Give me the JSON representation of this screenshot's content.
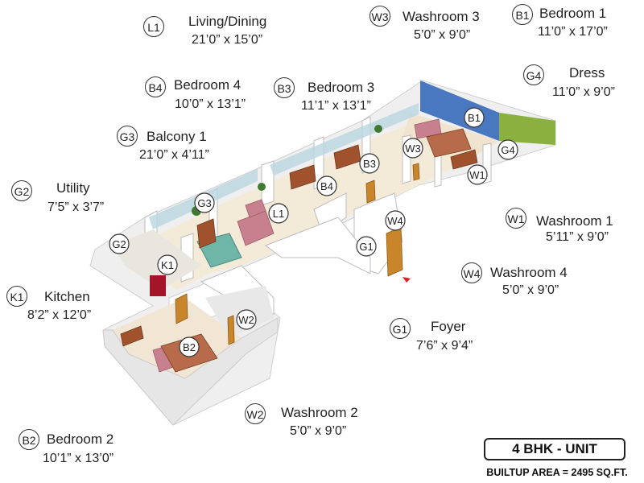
{
  "rooms": {
    "L1": {
      "code": "L1",
      "name": "Living/Dining",
      "dims": "21’0” x 15’0”"
    },
    "W3": {
      "code": "W3",
      "name": "Washroom 3",
      "dims": "5’0” x 9’0”"
    },
    "B1": {
      "code": "B1",
      "name": "Bedroom 1",
      "dims": "11’0” x 17’0”"
    },
    "G4": {
      "code": "G4",
      "name": "Dress",
      "dims": "11’0” x 9’0”"
    },
    "B4": {
      "code": "B4",
      "name": "Bedroom 4",
      "dims": "10’0” x 13’1”"
    },
    "B3": {
      "code": "B3",
      "name": "Bedroom 3",
      "dims": "11’1” x 13’1”"
    },
    "G3": {
      "code": "G3",
      "name": "Balcony 1",
      "dims": "21’0” x 4’11”"
    },
    "G2": {
      "code": "G2",
      "name": "Utility",
      "dims": "7’5” x 3’7”"
    },
    "W1": {
      "code": "W1",
      "name": "Washroom 1",
      "dims": "5’11” x 9’0”"
    },
    "W4": {
      "code": "W4",
      "name": "Washroom 4",
      "dims": "5’0” x 9’0”"
    },
    "K1": {
      "code": "K1",
      "name": "Kitchen",
      "dims": "8’2” x 12’0”"
    },
    "G1": {
      "code": "G1",
      "name": "Foyer",
      "dims": "7’6” x 9’4”"
    },
    "W2": {
      "code": "W2",
      "name": "Washroom 2",
      "dims": "5’0” x 9’0”"
    },
    "B2": {
      "code": "B2",
      "name": "Bedroom 2",
      "dims": "10’1” x 13’0”"
    }
  },
  "unit_label": "4 BHK - UNIT",
  "builtup_area": "BUILTUP AREA = 2495 SQ.FT.",
  "colors": {
    "bedroom1_wall": "#4a78c0",
    "dress_wall": "#8bb040",
    "floor": "#f3ead8",
    "wall": "#ffffff",
    "wall_side": "#d8d8d8",
    "sofa": "#c9808e",
    "cabinet": "#a0522d",
    "glass_table": "#6fb5a8",
    "door": "#c8852a",
    "entry_marker": "#e02020"
  }
}
